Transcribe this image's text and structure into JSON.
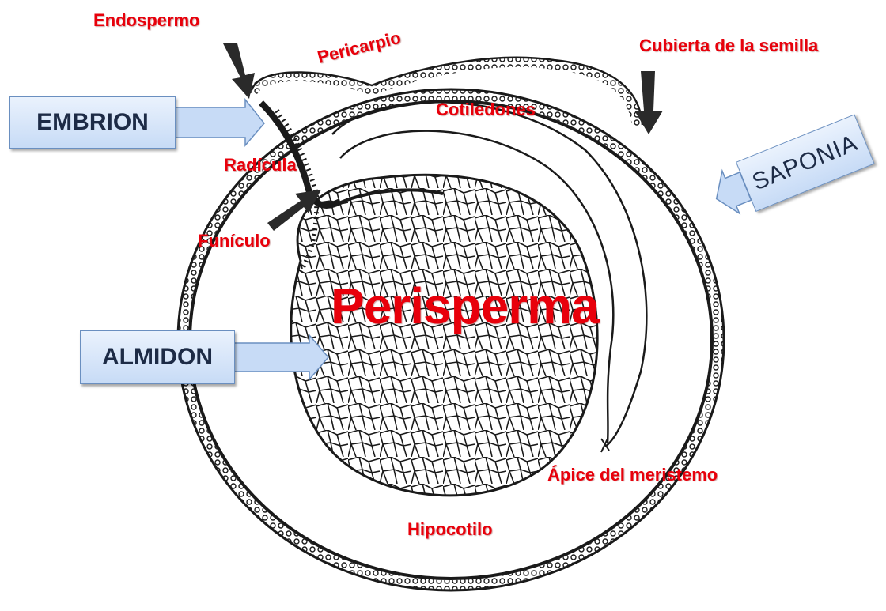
{
  "diagram": {
    "labels": {
      "endospermo": "Endospermo",
      "pericarpio": "Pericarpio",
      "cubierta": "Cubierta de la semilla",
      "cotiledones": "Cotiledones",
      "radicula": "Radícula",
      "funiculo": "Funículo",
      "perisperma": "Perisperma",
      "apice": "Ápice del meristemo",
      "hipocotilo": "Hipocotilo"
    },
    "callouts": {
      "embrion": "EMBRION",
      "almidon": "ALMIDON",
      "saponia": "SAPONIA"
    },
    "colors": {
      "label_text": "#e8000b",
      "callout_fill": "#c7dbf6",
      "callout_border": "#6a8fc0",
      "callout_text": "#1d2b46",
      "ink": "#1a1a1a"
    }
  }
}
